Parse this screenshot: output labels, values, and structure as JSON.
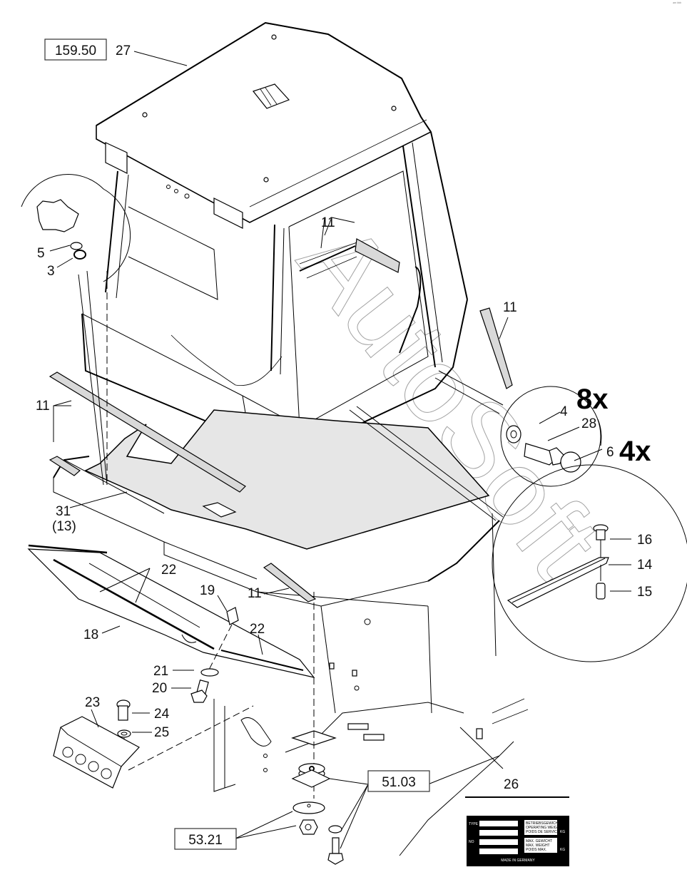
{
  "corner_mark": "ᵃᵐ ᵇᵇᵇ",
  "reference_boxes": [
    {
      "id": "ref-top",
      "text": "159.50"
    },
    {
      "id": "ref-mount",
      "text": "51.03"
    },
    {
      "id": "ref-hardware",
      "text": "53.21"
    }
  ],
  "callouts": {
    "c27": "27",
    "c5": "5",
    "c3": "3",
    "c11_top": "11",
    "c11_right": "11",
    "c11_left": "11",
    "c11_front": "11",
    "c31": "31",
    "c13": "(13)",
    "c4": "4",
    "c28": "28",
    "c6": "6",
    "c16": "16",
    "c14": "14",
    "c15": "15",
    "c22_a": "22",
    "c22_b": "22",
    "c18": "18",
    "c19": "19",
    "c21": "21",
    "c20": "20",
    "c23": "23",
    "c24": "24",
    "c25": "25",
    "c26": "26"
  },
  "quantities": {
    "q8": "8x",
    "q4": "4x"
  },
  "watermark": "AutoSoft",
  "nameplate": {
    "type_label": "TYPE",
    "no_label": "NO",
    "weight_block_1": [
      "BETRIEBSGEWICHT",
      "OPERATING WEIGHT",
      "POIDS DE SERVICE"
    ],
    "weight_block_2": [
      "MAX. GEWICHT",
      "MAX. WEIGHT",
      "POIDS MAX."
    ],
    "unit_1": "KG",
    "unit_2": "KG",
    "footer": "MADE IN GERMANY"
  }
}
